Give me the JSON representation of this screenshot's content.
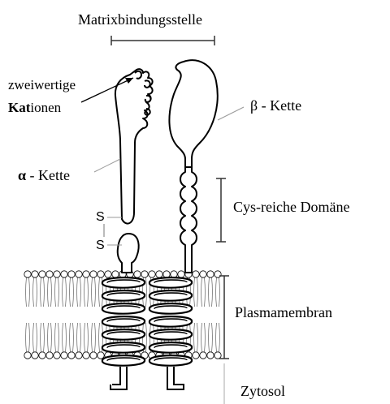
{
  "labels": {
    "binding_site": "Matrixbindungsstelle",
    "cations_line1": "zweiwertige",
    "cations_line2_bold": "Kat",
    "cations_line2_rest": "ionen",
    "beta_symbol": "β",
    "beta_text": " - Kette",
    "alpha_symbol": "α",
    "alpha_text": " - Kette",
    "cys_domain": "Cys-reiche Domäne",
    "membrane": "Plasmamembran",
    "cytosol": "Zytosol",
    "s_upper": "S",
    "s_lower": "S"
  },
  "colors": {
    "line": "#000000",
    "pointer": "#9a9a9a",
    "bracket": "#333333",
    "background": "#ffffff"
  }
}
